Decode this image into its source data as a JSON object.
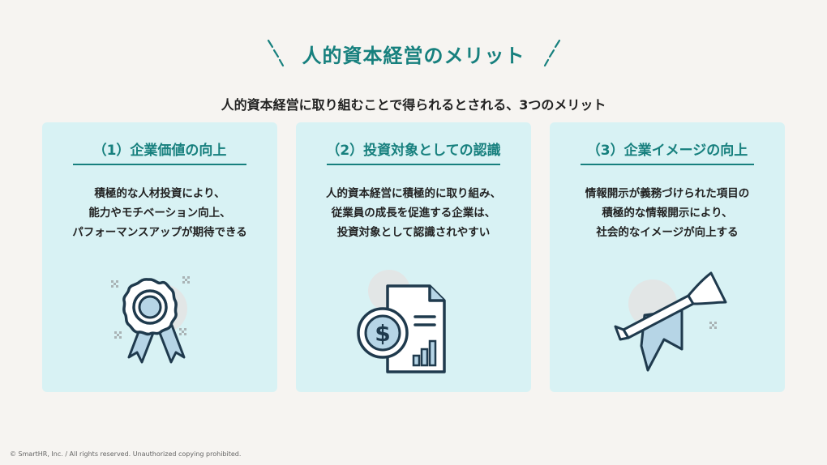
{
  "header": {
    "title": "人的資本経営のメリット",
    "subtitle": "人的資本経営に取り組むことで得られるとされる、3つのメリット"
  },
  "cards": [
    {
      "title": "（1）企業価値の向上",
      "lines": [
        "積極的な人材投資により、",
        "能力やモチベーション向上、",
        "パフォーマンスアップが期待できる"
      ],
      "icon": "award-ribbon-icon"
    },
    {
      "title": "（2）投資対象としての認識",
      "lines": [
        "人的資本経営に積極的に取り組み、",
        "従業員の成長を促進する企業は、",
        "投資対象として認識されやすい"
      ],
      "icon": "dollar-report-icon"
    },
    {
      "title": "（3）企業イメージの向上",
      "lines": [
        "情報開示が義務づけられた項目の",
        "積極的な情報開示により、",
        "社会的なイメージが向上する"
      ],
      "icon": "trumpet-banner-icon"
    }
  ],
  "footer": {
    "copyright": "© SmartHR, Inc. / All rights reserved. Unauthorized copying prohibited."
  },
  "colors": {
    "accent": "#17807e",
    "card_bg": "#d8f2f4",
    "page_bg": "#f6f4f1",
    "icon_stroke": "#1f3a4d",
    "icon_fill": "#b6d5e6"
  }
}
